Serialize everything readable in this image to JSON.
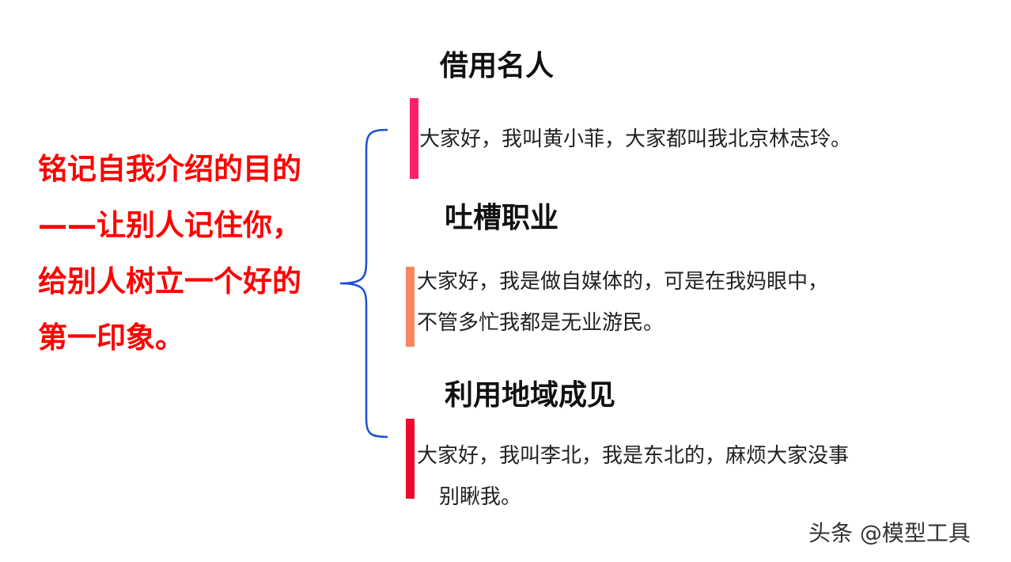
{
  "left_note": {
    "lines": [
      "铭记自我介绍的目的",
      "——让别人记住你，",
      "给别人树立一个好的",
      "第一印象。"
    ],
    "color": "#ff0000"
  },
  "brace_color": "#1a4fd6",
  "sections": [
    {
      "heading": "借用名人",
      "lines": [
        "大家好，我叫黄小菲，大家都叫我北京林志玲。"
      ],
      "bar_color": "#ff1f6e"
    },
    {
      "heading": "吐槽职业",
      "lines": [
        "大家好，我是做自媒体的，可是在我妈眼中，",
        "不管多忙我都是无业游民。"
      ],
      "bar_color": "#f4875f"
    },
    {
      "heading": "利用地域成见",
      "lines": [
        "大家好，我叫李北，我是东北的，麻烦大家没事",
        "别瞅我。"
      ],
      "bar_color": "#f00a2a"
    }
  ],
  "watermark": "头条 @模型工具"
}
